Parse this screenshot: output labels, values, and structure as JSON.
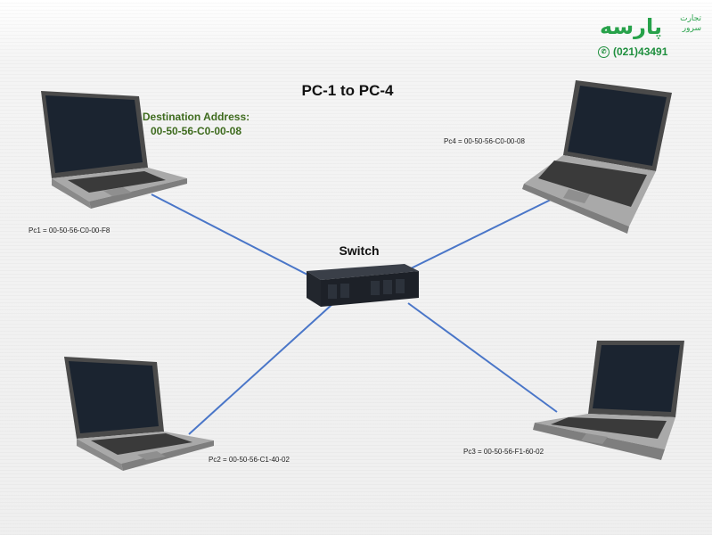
{
  "diagram": {
    "title": "PC-1 to PC-4",
    "destination_label": "Destination Address:",
    "destination_address": "00-50-56-C0-00-08",
    "switch_label": "Switch",
    "nodes": {
      "pc1": "Pc1 = 00-50-56-C0-00-F8",
      "pc2": "Pc2 = 00-50-56-C1-40-02",
      "pc3": "Pc3 = 00-50-56-F1-60-02",
      "pc4": "Pc4 = 00-50-56-C0-00-08"
    },
    "link_color": "#4a76c8"
  },
  "logo": {
    "brand": "پارسه",
    "line1": "تجارت",
    "line2": "سرور",
    "phone": "(021)43491",
    "color": "#27a24a"
  }
}
